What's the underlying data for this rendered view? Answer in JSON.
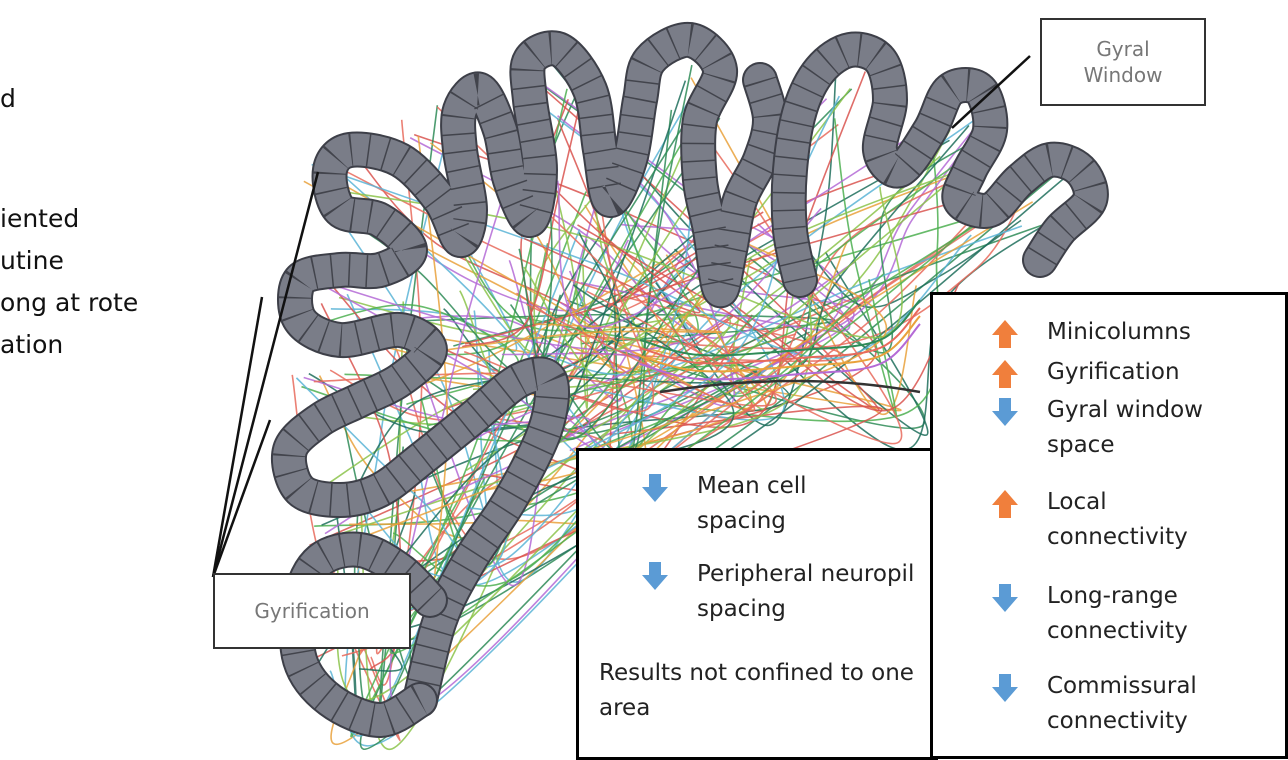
{
  "left_text": [
    "d",
    "iented",
    "utine",
    "ong at rote",
    "ation"
  ],
  "labels": {
    "gyral_window": "Gyral Window",
    "gyrification": "Gyrification"
  },
  "box_middle": {
    "items": [
      {
        "direction": "down",
        "text": "Mean cell spacing"
      },
      {
        "direction": "down",
        "text": "Peripheral neuropil spacing"
      }
    ],
    "note": "Results not confined to one area"
  },
  "box_right": {
    "items": [
      {
        "direction": "up",
        "text": "Minicolumns"
      },
      {
        "direction": "up",
        "text": "Gyrification"
      },
      {
        "direction": "down",
        "text": "Gyral window space"
      },
      {
        "direction": "up",
        "text": "Local connectivity"
      },
      {
        "direction": "down",
        "text": "Long-range connectivity"
      },
      {
        "direction": "down",
        "text": "Commissural connectivity"
      }
    ]
  },
  "colors": {
    "cortex_fill": "#7a7d88",
    "cortex_stroke": "#3d3f48",
    "arrow_up": "#f07f3c",
    "arrow_down": "#5b9bd5",
    "fiber_colors": [
      "#2e8b57",
      "#e86a5c",
      "#e9a13b",
      "#b46ad6",
      "#4caf50",
      "#5ab4d6",
      "#d9534f",
      "#8bc34a",
      "#1e6f5c"
    ]
  }
}
